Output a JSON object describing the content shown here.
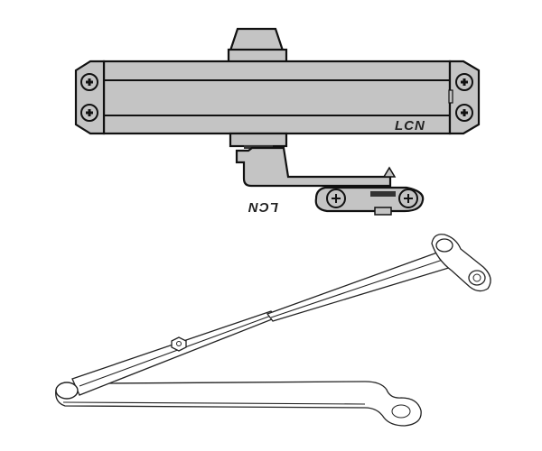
{
  "illustration": {
    "subject": "door closer with parallel arm",
    "colors": {
      "background": "#ffffff",
      "body_fill": "#c4c4c4",
      "outline": "#111111",
      "arm_fill": "#ffffff"
    },
    "closer_body": {
      "logo_top": "LCN",
      "logo_bottom": "LCN"
    }
  }
}
